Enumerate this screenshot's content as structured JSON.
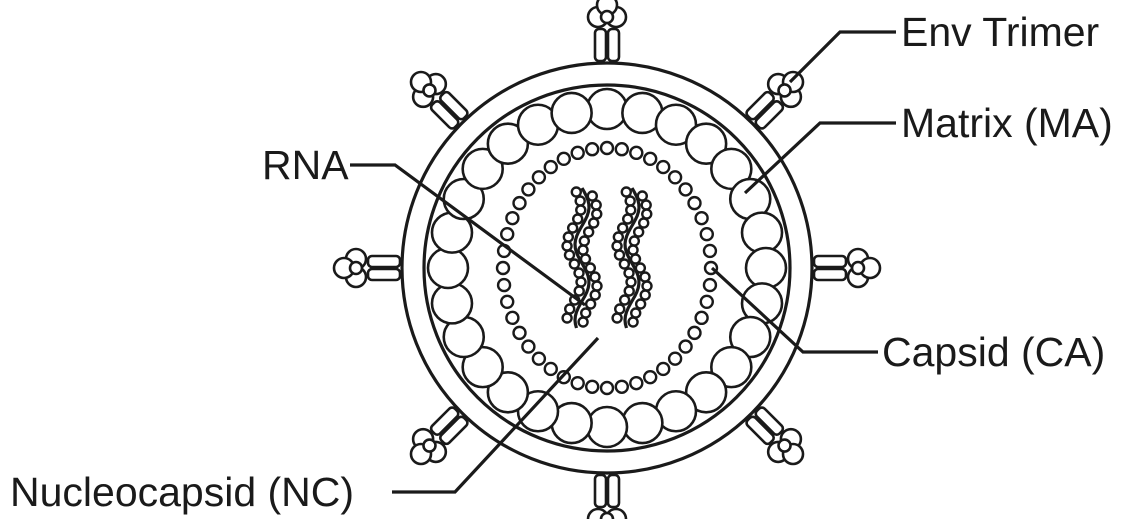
{
  "labels": {
    "env_trimer": "Env Trimer",
    "matrix": "Matrix (MA)",
    "rna": "RNA",
    "capsid": "Capsid (CA)",
    "nucleocapsid": "Nucleocapsid (NC)"
  },
  "colors": {
    "stroke": "#1a1a1a",
    "background": "#ffffff"
  }
}
